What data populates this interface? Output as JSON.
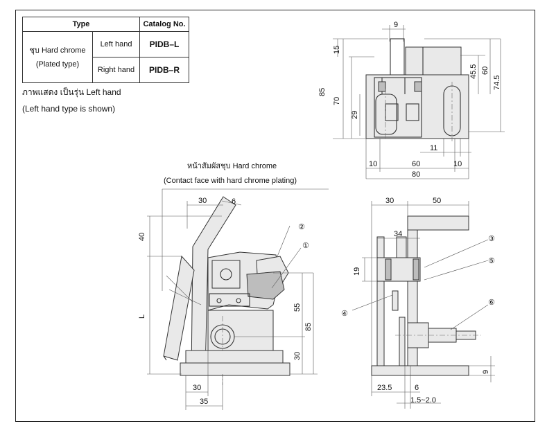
{
  "table": {
    "header_type": "Type",
    "header_catalog": "Catalog No.",
    "finish_line1": "ชุบ Hard chrome",
    "finish_line2": "(Plated type)",
    "rows": [
      {
        "hand": "Left hand",
        "catalog": "PIDB–L"
      },
      {
        "hand": "Right hand",
        "catalog": "PIDB–R"
      }
    ]
  },
  "notes": {
    "shown_thai": "ภาพแสดง เป็นรุ่น Left hand",
    "shown_en": "(Left hand type is shown)",
    "contact_thai": "หน้าสัมผัสชุบ Hard chrome",
    "contact_en": "(Contact face with hard chrome plating)"
  },
  "top_view": {
    "dims": {
      "d9": "9",
      "d15": "15",
      "d85": "85",
      "d70": "70",
      "d29": "29",
      "d45_5": "45.5",
      "d60v": "60",
      "d74_5": "74.5",
      "d11": "11",
      "d10a": "10",
      "d60h": "60",
      "d10b": "10",
      "d80": "80"
    }
  },
  "front_view": {
    "dims": {
      "d30top": "30",
      "d6": "6",
      "d40": "40",
      "dL": "L",
      "d55": "55",
      "d85": "85",
      "d30v": "30",
      "d30bot": "30",
      "d35": "35"
    },
    "callouts": {
      "c1": "①",
      "c2": "②"
    }
  },
  "side_view": {
    "dims": {
      "d30": "30",
      "d50": "50",
      "d34": "34",
      "d19": "19",
      "d9": "9",
      "d23_5": "23.5",
      "d6": "6",
      "d1_5": "1.5~2.0"
    },
    "callouts": {
      "c3": "③",
      "c4": "④",
      "c5": "⑤",
      "c6": "⑥"
    }
  }
}
